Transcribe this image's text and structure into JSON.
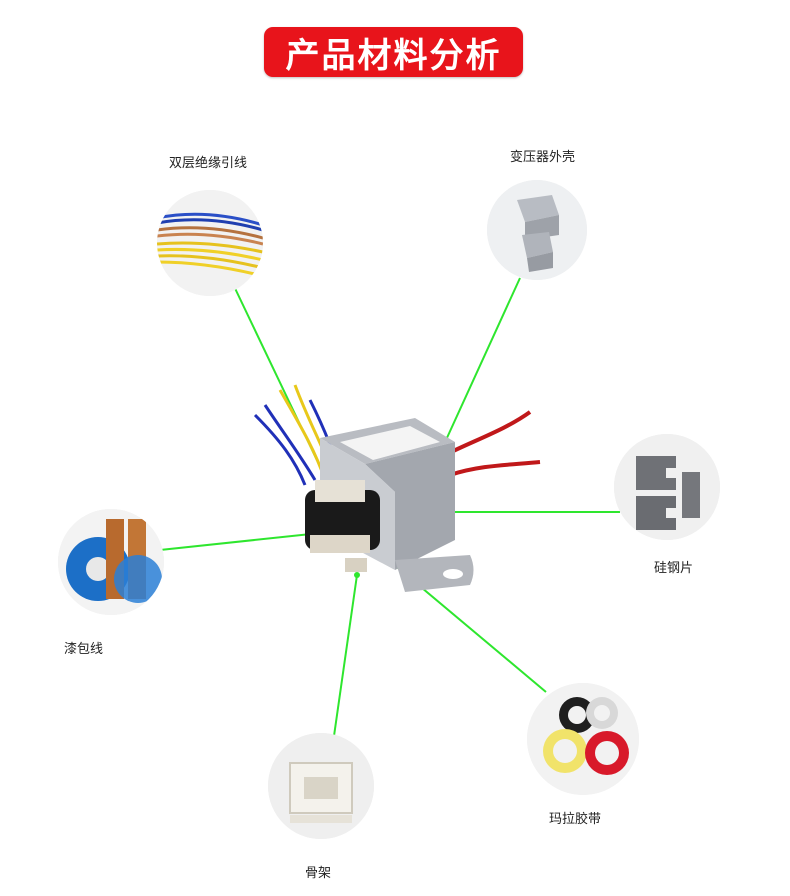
{
  "title": "产品材料分析",
  "labels": {
    "lead_wire": "双层绝缘引线",
    "housing": "变压器外壳",
    "silicon_steel": "硅钢片",
    "enameled_wire": "漆包线",
    "bobbin": "骨架",
    "mylar_tape": "玛拉胶带"
  },
  "colors": {
    "title_bg": "#e8141b",
    "connector": "#2ee62e"
  }
}
